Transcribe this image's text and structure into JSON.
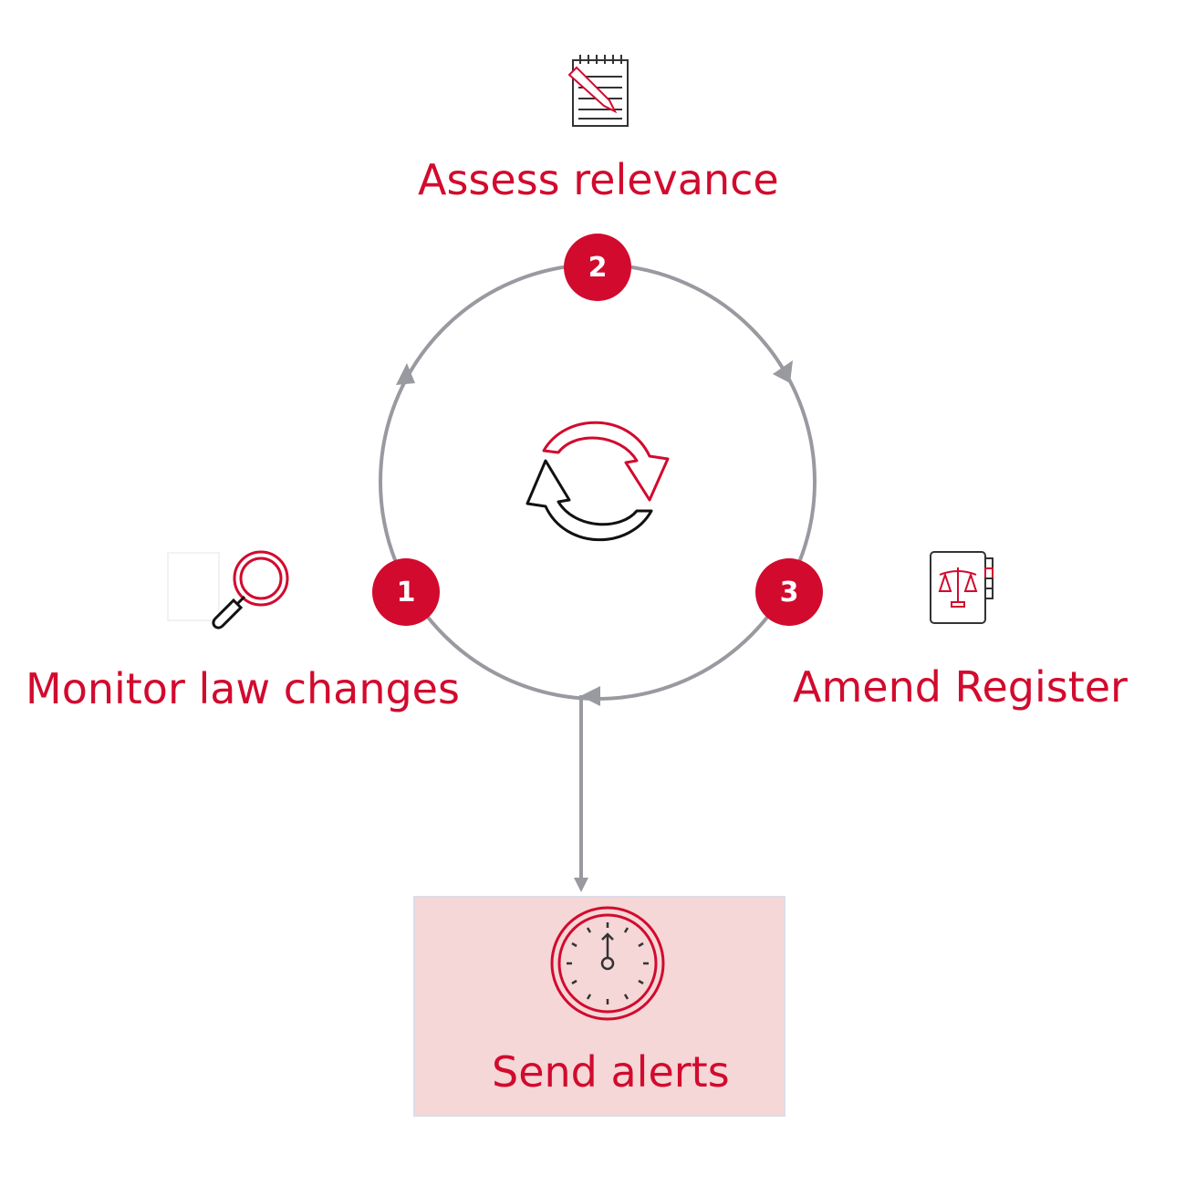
{
  "steps": [
    {
      "number": "1",
      "label": "Monitor law changes",
      "icon": "magnifier-icon"
    },
    {
      "number": "2",
      "label": "Assess relevance",
      "icon": "notepad-pencil-icon"
    },
    {
      "number": "3",
      "label": "Amend Register",
      "icon": "law-book-scales-icon"
    }
  ],
  "alert": {
    "label": "Send alerts",
    "icon": "stopwatch-icon"
  },
  "center_icon": "refresh-cycle-icon",
  "colors": {
    "accent": "#d20a2e",
    "line": "#999aa0",
    "alert_bg": "#f4d7d6"
  }
}
